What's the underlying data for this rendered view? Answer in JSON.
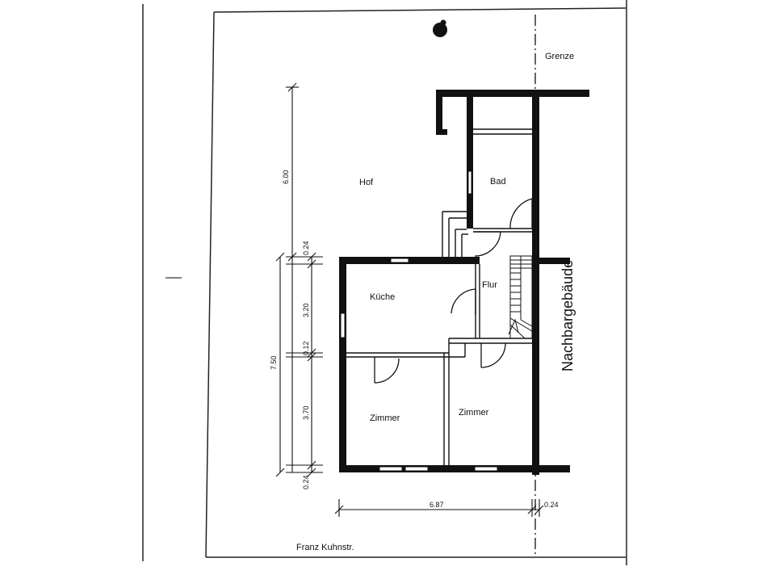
{
  "labels": {
    "grenze": "Grenze",
    "hof": "Hof",
    "bad": "Bad",
    "kueche": "Küche",
    "flur": "Flur",
    "zimmer_left": "Zimmer",
    "zimmer_right": "Zimmer",
    "nachbar": "Nachbargebäude",
    "street": "Franz Kuhnstr."
  },
  "dimensions": {
    "d_600": "6.00",
    "d_024_a": "0.24",
    "d_750": "7.50",
    "d_320": "3.20",
    "d_012": "0.12",
    "d_370": "3.70",
    "d_024_b": "0.24",
    "d_687": "6.87",
    "d_024_c": "0.24"
  }
}
